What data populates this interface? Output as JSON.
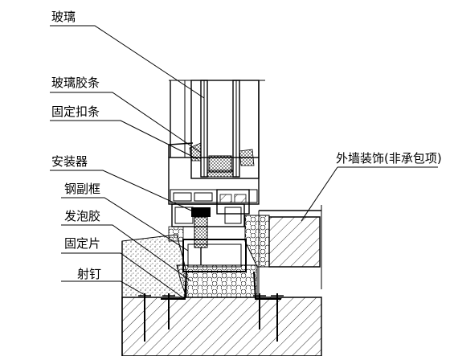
{
  "labels": {
    "glass": "玻璃",
    "glass_gasket": "玻璃胶条",
    "fixing_bead": "固定扣条",
    "installer": "安装器",
    "steel_subframe": "钢副框",
    "foam_adhesive": "发泡胶",
    "fixing_plate": "固定片",
    "nail_shot": "射钉",
    "exterior_finish": "外墙装饰(非承包项)"
  }
}
